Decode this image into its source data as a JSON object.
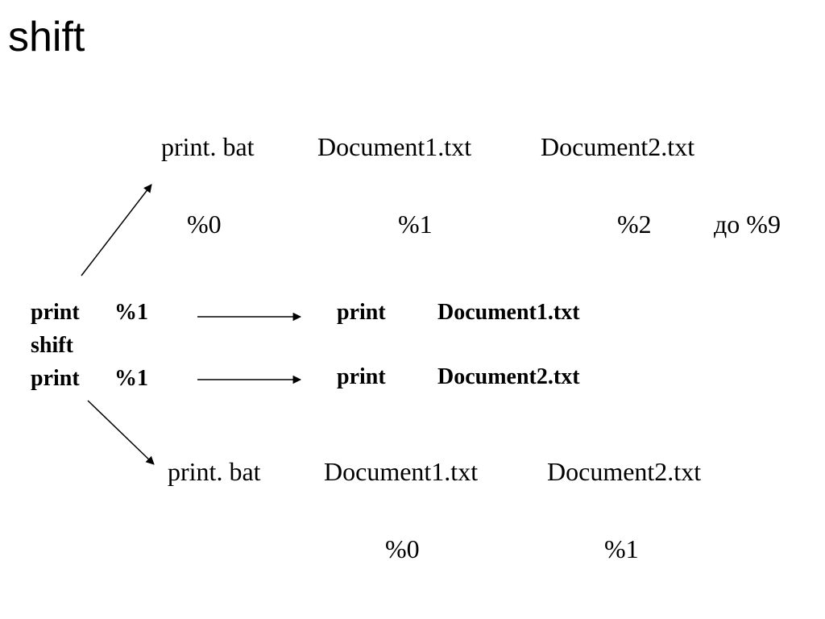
{
  "slide": {
    "title": "shift"
  },
  "top_command": {
    "tokens": [
      "print. bat",
      "Document1.txt",
      "Document2.txt"
    ],
    "params": [
      "%0",
      "%1",
      "%2",
      "до %9"
    ]
  },
  "script_lines": [
    {
      "cmd": "print",
      "arg": "%1"
    },
    {
      "cmd": "shift",
      "arg": ""
    },
    {
      "cmd": "print",
      "arg": "%1"
    }
  ],
  "results": [
    {
      "cmd": "print",
      "arg": "Document1.txt"
    },
    {
      "cmd": "print",
      "arg": "Document2.txt"
    }
  ],
  "bottom_command": {
    "tokens": [
      "print. bat",
      "Document1.txt",
      "Document2.txt"
    ],
    "params": [
      "%0",
      "%1"
    ]
  }
}
